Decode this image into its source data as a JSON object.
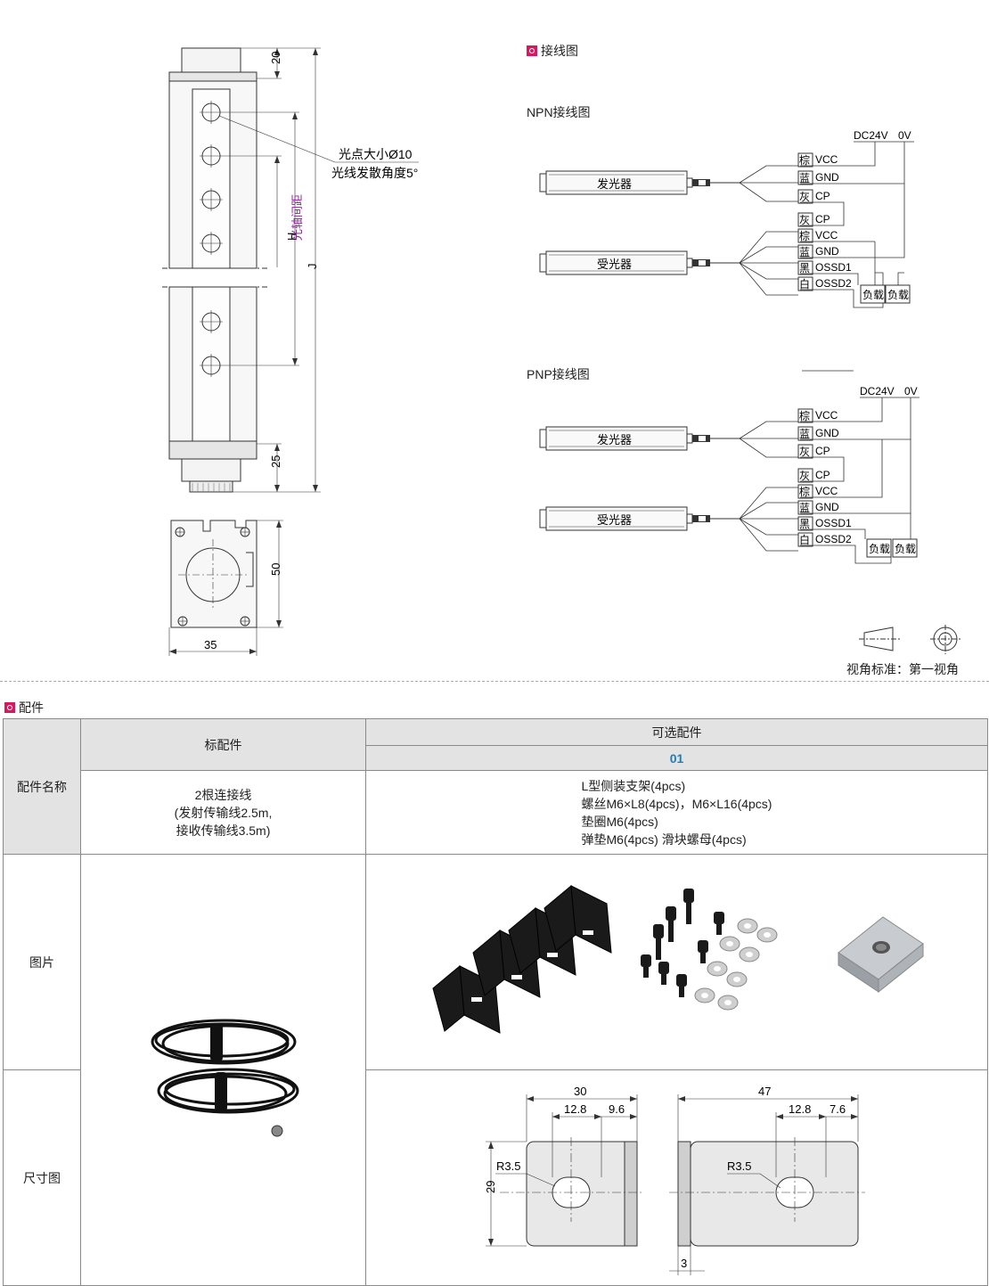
{
  "top_drawing": {
    "dim_top": "20",
    "dim_bottom": "25",
    "dim_H": "H",
    "dim_J": "J",
    "axis_spacing_label": "光轴间距",
    "spot_note_line1": "光点大小Ø10",
    "spot_note_line2": "光线发散角度5°",
    "dim_height_50": "50",
    "dim_width_35": "35"
  },
  "wiring": {
    "section_title": "接线图",
    "npn_title": "NPN接线图",
    "pnp_title": "PNP接线图",
    "emitter_label": "发光器",
    "receiver_label": "受光器",
    "supply_dc": "DC24V",
    "supply_0v": "0V",
    "load_label": "负载",
    "emitter_wires": [
      {
        "color": "棕",
        "signal": "VCC"
      },
      {
        "color": "蓝",
        "signal": "GND"
      },
      {
        "color": "灰",
        "signal": "CP"
      }
    ],
    "receiver_wires": [
      {
        "color": "灰",
        "signal": "CP"
      },
      {
        "color": "棕",
        "signal": "VCC"
      },
      {
        "color": "蓝",
        "signal": "GND"
      },
      {
        "color": "黑",
        "signal": "OSSD1"
      },
      {
        "color": "白",
        "signal": "OSSD2"
      }
    ],
    "view_standard": "视角标准：第一视角"
  },
  "accessories": {
    "section_title": "配件",
    "header_standard": "标配件",
    "header_optional": "可选配件",
    "option_code": "01",
    "row_name": "配件名称",
    "row_picture": "图片",
    "row_dimension": "尺寸图",
    "standard_desc": [
      "2根连接线",
      "(发射传输线2.5m,",
      "接收传输线3.5m)"
    ],
    "optional_desc": [
      "L型侧装支架(4pcs)",
      "螺丝M6×L8(4pcs)，M6×L16(4pcs)",
      "垫圈M6(4pcs)",
      "弹垫M6(4pcs) 滑块螺母(4pcs)"
    ]
  },
  "bracket_dims": {
    "a": {
      "total": "30",
      "d1": "12.8",
      "d2": "9.6",
      "radius": "R3.5",
      "height": "29"
    },
    "b": {
      "total": "47",
      "d1": "12.8",
      "d2": "7.6",
      "radius": "R3.5",
      "thickness": "3"
    }
  }
}
